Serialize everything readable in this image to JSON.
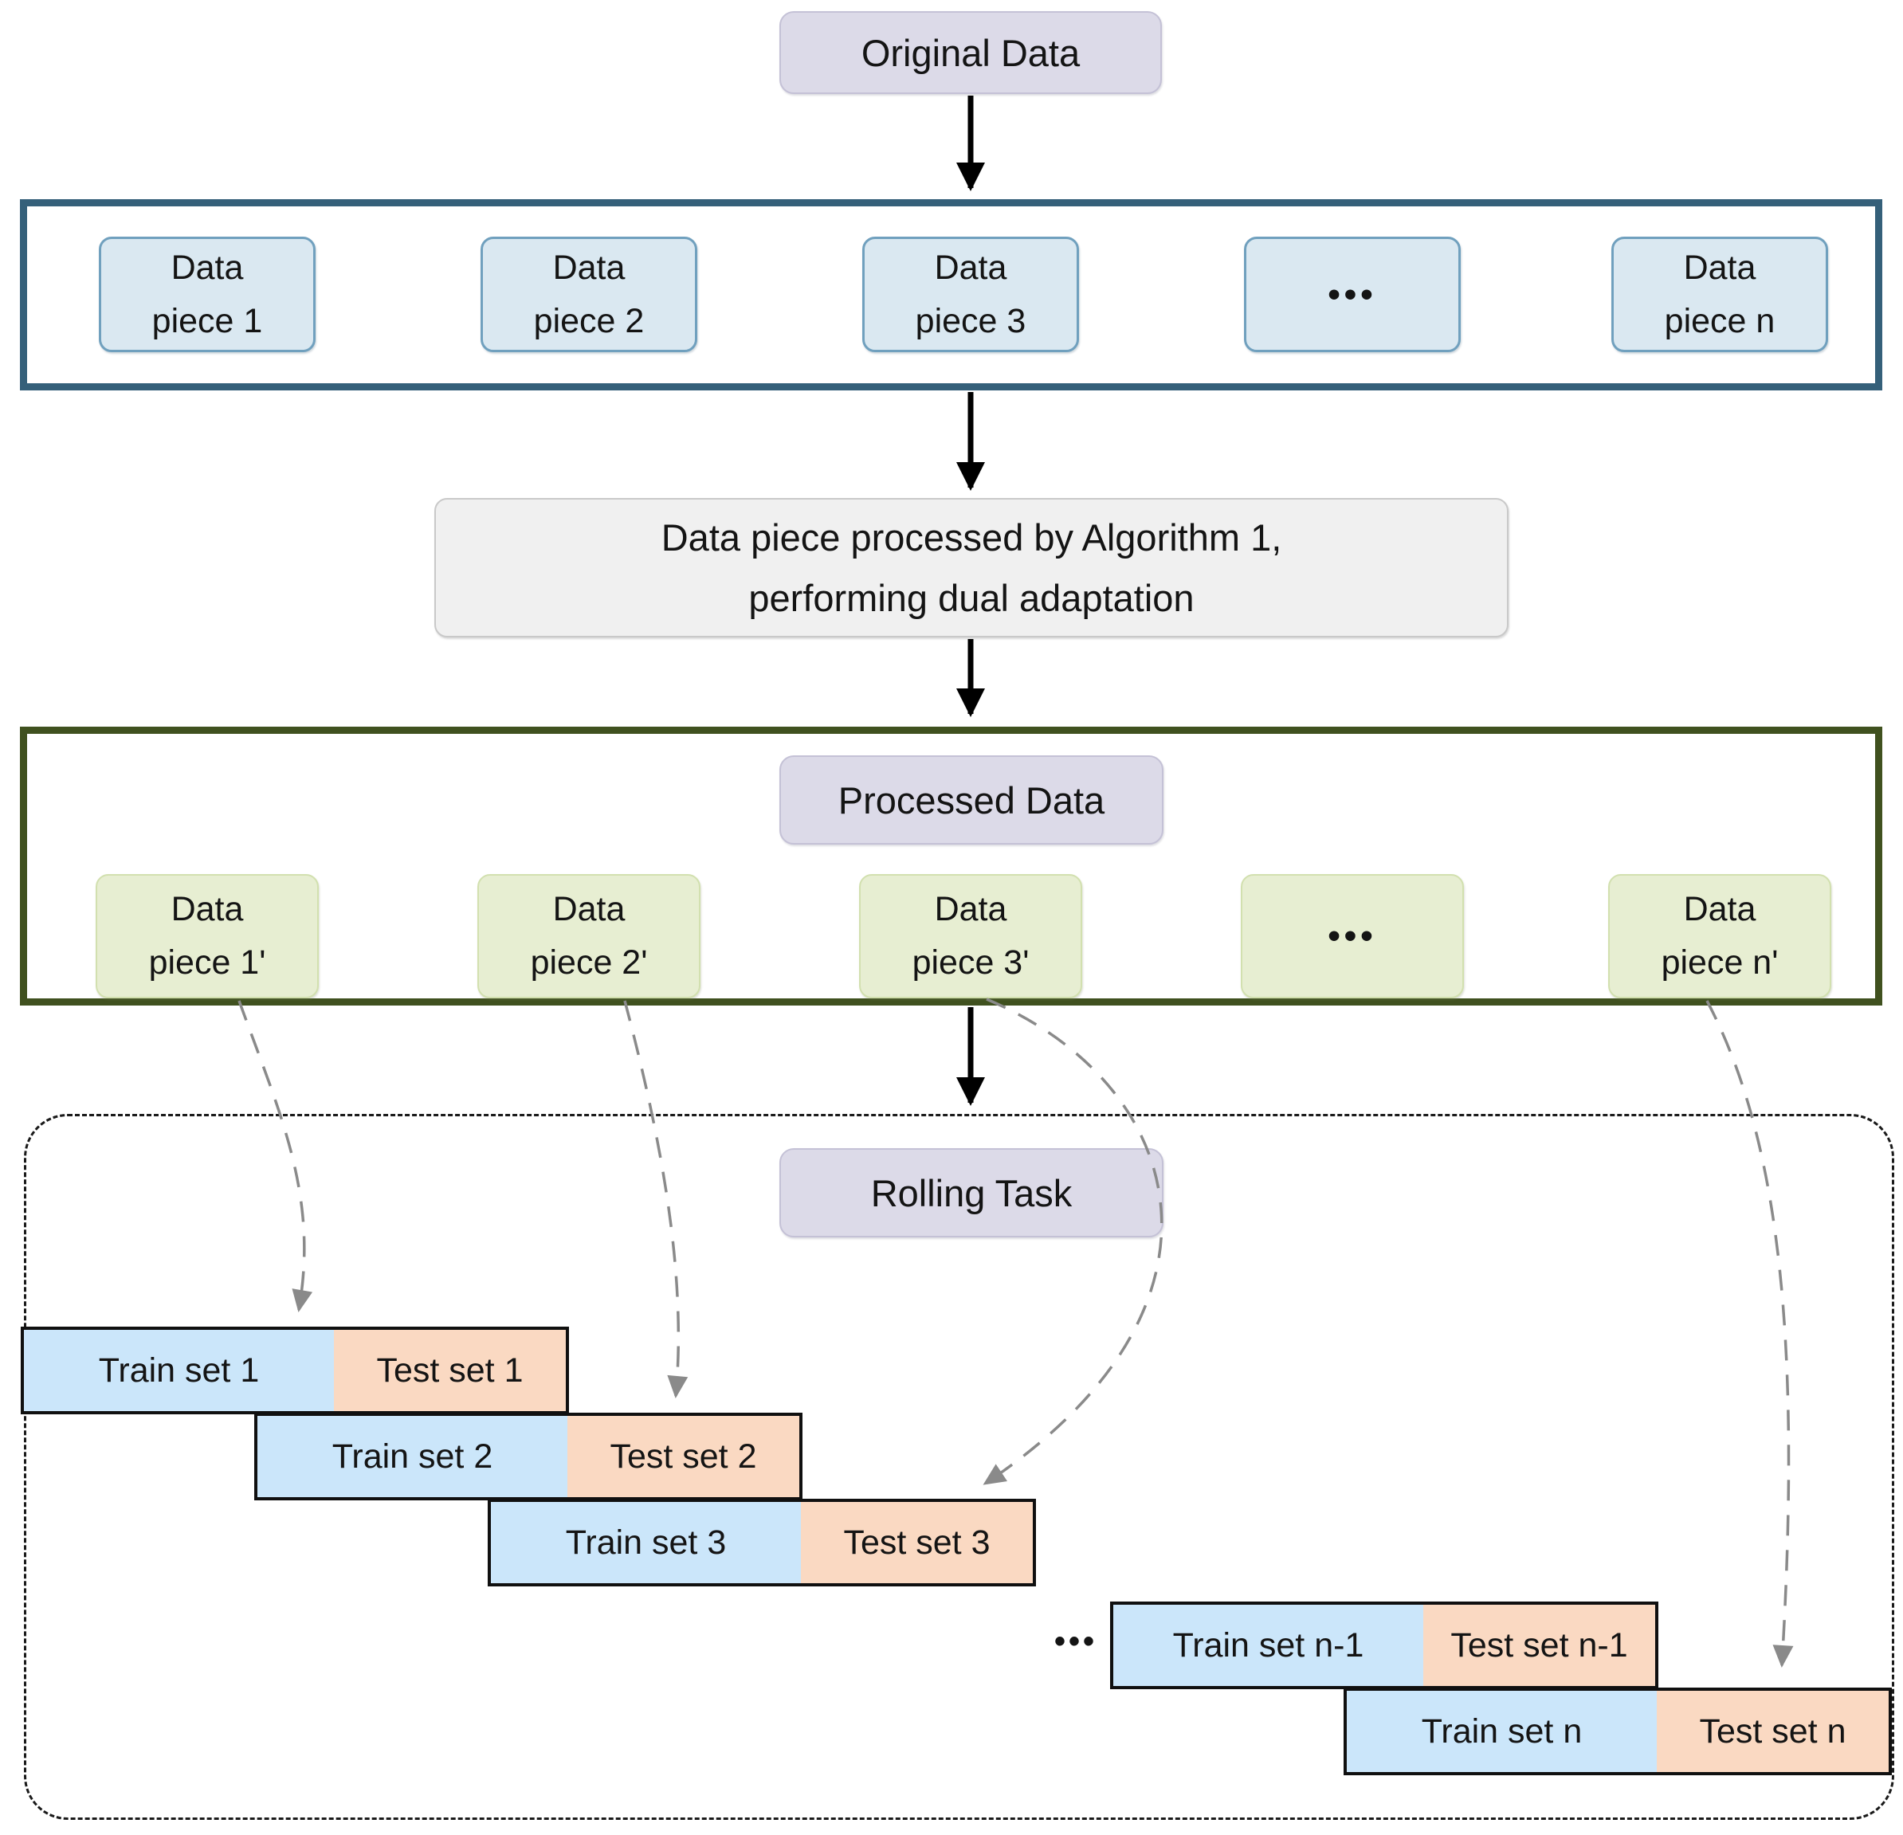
{
  "diagram_title": "Rolling task data processing flow",
  "nodes": {
    "original_data_label": "Original Data",
    "algorithm_note": {
      "line1": "Data piece processed by Algorithm 1,",
      "line2": "performing dual adaptation"
    },
    "processed_data_label": "Processed Data",
    "rolling_task_label": "Rolling Task"
  },
  "original_row": {
    "pieces": [
      {
        "line1": "Data",
        "line2": "piece 1"
      },
      {
        "line1": "Data",
        "line2": "piece 2"
      },
      {
        "line1": "Data",
        "line2": "piece 3"
      },
      {
        "dots": "•••"
      },
      {
        "line1": "Data",
        "line2": "piece n"
      }
    ]
  },
  "processed_row": {
    "pieces": [
      {
        "line1": "Data",
        "line2": "piece 1'"
      },
      {
        "line1": "Data",
        "line2": "piece 2'"
      },
      {
        "line1": "Data",
        "line2": "piece 3'"
      },
      {
        "dots": "•••"
      },
      {
        "line1": "Data",
        "line2": "piece n'"
      }
    ]
  },
  "rolling": {
    "ellipsis": "•••",
    "rows": [
      {
        "train": "Train set 1",
        "test": "Test set 1"
      },
      {
        "train": "Train set 2",
        "test": "Test set 2"
      },
      {
        "train": "Train set 3",
        "test": "Test set 3"
      },
      {
        "train": "Train set n-1",
        "test": "Test set n-1"
      },
      {
        "train": "Train set n",
        "test": "Test set n"
      }
    ]
  },
  "colors": {
    "original_container_border": "#35607a",
    "processed_container_border": "#40511f",
    "label_fill": "#dcdae8",
    "original_piece_fill": "#dae8f1",
    "original_piece_border": "#70a0be",
    "processed_piece_fill": "#e7eed2",
    "algorithm_fill": "#f0f0f0",
    "train_fill": "#cbe6fa",
    "test_fill": "#fad9c2",
    "flow_arrow": "#000000",
    "mapping_arrow": "#8a8a8a"
  }
}
